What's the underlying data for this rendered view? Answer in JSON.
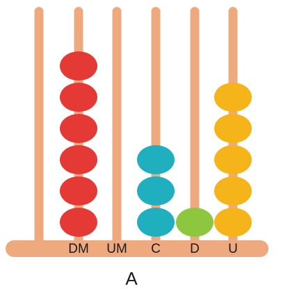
{
  "figure": {
    "caption": "A",
    "colors": {
      "rod": "#EFA97E",
      "base": "#EFA97E"
    },
    "columns": [
      {
        "label": "DM",
        "beads": 6,
        "bead_color": "#E53935"
      },
      {
        "label": "UM",
        "beads": 0,
        "bead_color": ""
      },
      {
        "label": "C",
        "beads": 3,
        "bead_color": "#1FAFBF"
      },
      {
        "label": "D",
        "beads": 1,
        "bead_color": "#8DC63F"
      },
      {
        "label": "U",
        "beads": 5,
        "bead_color": "#F5B41A"
      }
    ]
  }
}
